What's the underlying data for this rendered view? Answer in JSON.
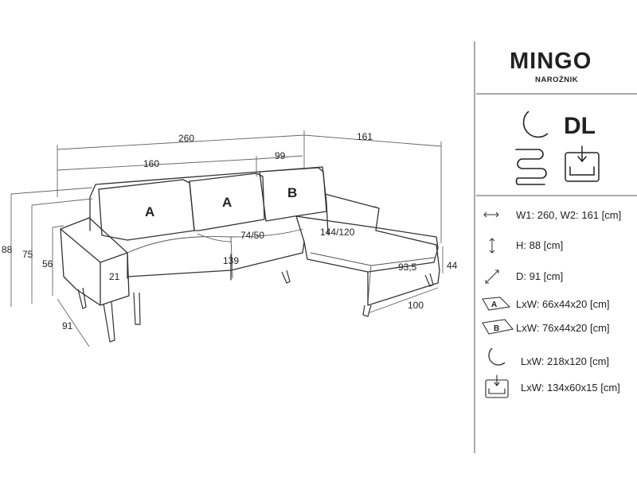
{
  "product": {
    "name": "MINGO",
    "subtitle": "NAROŻNIK"
  },
  "icons": {
    "sleep": "crescent-moon-icon",
    "mechanism_text": "DL",
    "spring": "spring-icon",
    "storage": "storage-container-icon"
  },
  "drawing": {
    "cushion_a_1": "A",
    "cushion_a_2": "A",
    "cushion_b": "B",
    "dims": {
      "w1_total": "260",
      "w2_total": "161",
      "seat_width": "160",
      "chaise_back": "99",
      "height_88": "88",
      "height_75": "75",
      "height_56": "56",
      "depth_91": "91",
      "arm_21": "21",
      "seat_139": "139",
      "seat_74_50": "74/50",
      "chaise_144_120": "144/120",
      "chaise_93_5": "93,5",
      "chaise_100": "100",
      "chaise_44": "44"
    }
  },
  "specs": {
    "width": {
      "icon": "horizontal-arrows-icon",
      "text": "W1: 260, W2: 161 [cm]"
    },
    "height": {
      "icon": "vertical-arrows-icon",
      "text": "H: 88 [cm]"
    },
    "depth": {
      "icon": "diagonal-arrows-icon",
      "text": "D: 91 [cm]"
    },
    "cushion_a": {
      "letter": "A",
      "text": "LxW: 66x44x20 [cm]"
    },
    "cushion_b": {
      "letter": "B",
      "text": "LxW: 76x44x20 [cm]"
    },
    "sleeping": {
      "icon": "crescent-moon-icon",
      "text": "LxW: 218x120 [cm]"
    },
    "storage": {
      "icon": "storage-container-icon",
      "text": "LxW: 134x60x15 [cm]"
    }
  },
  "colors": {
    "line": "#333333",
    "text": "#222222",
    "background": "#ffffff"
  }
}
